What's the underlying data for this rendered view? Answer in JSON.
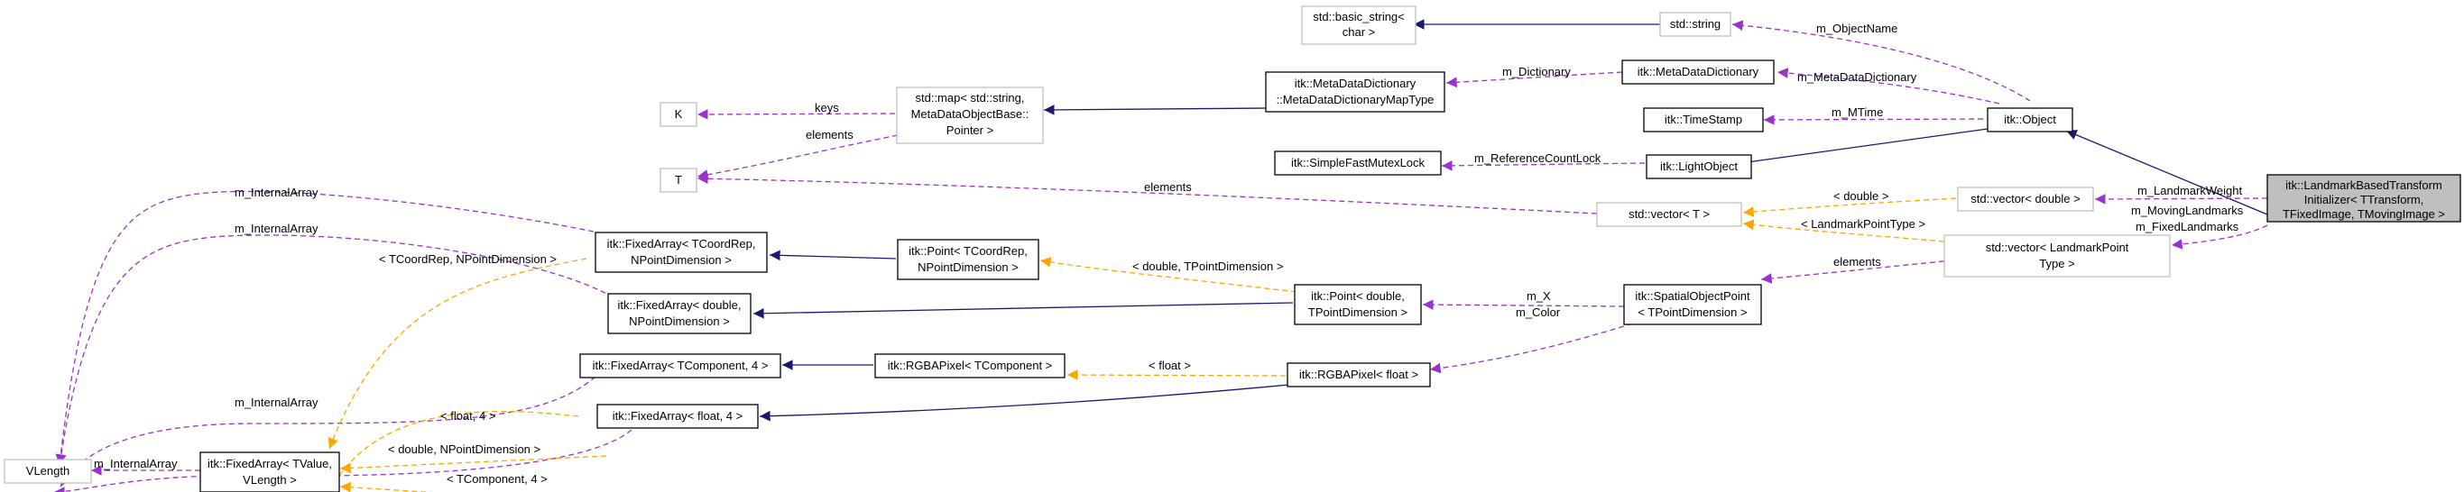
{
  "colors": {
    "inheritance_edge": "#191970",
    "member_edge": "#9a32cd",
    "template_edge": "#ffa500",
    "focus_node_fill": "#bfbfbf",
    "external_node_border": "#bfbfbf"
  },
  "nodes": {
    "landmark_init": [
      "itk::LandmarkBasedTransform",
      "Initializer< TTransform,",
      "TFixedImage, TMovingImage >"
    ],
    "itk_object": [
      "itk::Object"
    ],
    "std_string": [
      "std::string"
    ],
    "basic_string": [
      "std::basic_string<",
      "char >"
    ],
    "meta_dict": [
      "itk::MetaDataDictionary"
    ],
    "meta_dict_map": [
      "itk::MetaDataDictionary",
      "::MetaDataDictionaryMapType"
    ],
    "std_map": [
      "std::map< std::string,",
      "MetaDataObjectBase::",
      "Pointer >"
    ],
    "k_node": [
      "K"
    ],
    "t_node": [
      "T"
    ],
    "timestamp": [
      "itk::TimeStamp"
    ],
    "light_object": [
      "itk::LightObject"
    ],
    "mutex_lock": [
      "itk::SimpleFastMutexLock"
    ],
    "vector_t": [
      "std::vector< T >"
    ],
    "vector_double": [
      "std::vector< double >"
    ],
    "vector_landmark": [
      "std::vector< LandmarkPoint",
      "Type >"
    ],
    "spatial_point": [
      "itk::SpatialObjectPoint",
      "< TPointDimension >"
    ],
    "point_double": [
      "itk::Point< double,",
      "TPointDimension >"
    ],
    "point_tcoord": [
      "itk::Point< TCoordRep,",
      "NPointDimension >"
    ],
    "fixed_array_tcoord": [
      "itk::FixedArray< TCoordRep,",
      "NPointDimension >"
    ],
    "fixed_array_double": [
      "itk::FixedArray< double,",
      "NPointDimension >"
    ],
    "fixed_array_tvalue": [
      "itk::FixedArray< TValue,",
      "VLength >"
    ],
    "vlength": [
      "VLength"
    ],
    "fixed_array_tcomp": [
      "itk::FixedArray< TComponent, 4 >"
    ],
    "fixed_array_float": [
      "itk::FixedArray< float, 4 >"
    ],
    "rgba_tcomp": [
      "itk::RGBAPixel< TComponent >"
    ],
    "rgba_float": [
      "itk::RGBAPixel< float >"
    ]
  },
  "edge_labels": {
    "m_object_name": "m_ObjectName",
    "m_dictionary_1": "m_Dictionary",
    "m_meta_data_dictionary": "m_MetaDataDictionary",
    "keys": "keys",
    "elements_map": "elements",
    "m_mtime": "m_MTime",
    "m_reference_count_lock": "m_ReferenceCountLock",
    "elements_vector_t": "elements",
    "double_tmpl": "< double >",
    "landmark_point_type_tmpl": "< LandmarkPointType >",
    "m_landmark_weight": "m_LandmarkWeight",
    "m_moving_landmarks": "m_MovingLandmarks",
    "m_fixed_landmarks": "m_FixedLandmarks",
    "elements_landmark": "elements",
    "m_internal_array_1": "m_InternalArray",
    "m_internal_array_2": "m_InternalArray",
    "m_internal_array_3": "m_InternalArray",
    "m_internal_array_4": "m_InternalArray",
    "m_internal_array_5": "m_InternalArray",
    "tcoord_npoint_tmpl": "< TCoordRep, NPointDimension >",
    "double_tpoint_tmpl": "< double, TPointDimension >",
    "double_npoint_tmpl": "< double, NPointDimension >",
    "tcomp_4_tmpl": "< TComponent, 4 >",
    "float_4_tmpl": "< float, 4 >",
    "float_tmpl": "< float >",
    "m_x": "m_X",
    "m_color": "m_Color"
  }
}
